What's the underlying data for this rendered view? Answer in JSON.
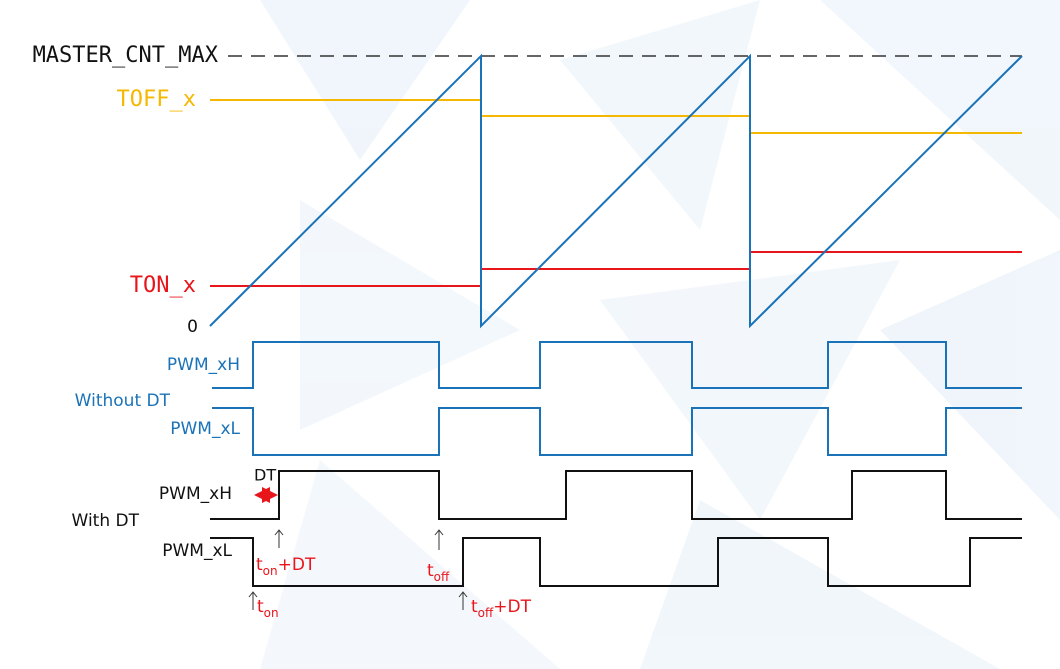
{
  "labels": {
    "master_cnt_max": "MASTER_CNT_MAX",
    "toff_x": "TOFF_x",
    "ton_x": "TON_x",
    "zero": "0",
    "pwm_xh_no_dt": "PWM_xH",
    "without_dt": "Without DT",
    "pwm_xl_no_dt": "PWM_xL",
    "dt": "DT",
    "pwm_xh_dt": "PWM_xH",
    "with_dt": "With DT",
    "pwm_xl_dt": "PWM_xL"
  },
  "annotations": {
    "ton_plus_dt": {
      "base": "t",
      "sub": "on",
      "suffix": "+DT"
    },
    "toff": {
      "base": "t",
      "sub": "off",
      "suffix": ""
    },
    "ton": {
      "base": "t",
      "sub": "on",
      "suffix": ""
    },
    "toff_plus_dt": {
      "base": "t",
      "sub": "off",
      "suffix": "+DT"
    }
  },
  "colors": {
    "counter": "#1a73b8",
    "toff": "#f5b800",
    "ton": "#e8151b",
    "pwm_no_dt": "#1a73b8",
    "pwm_dt": "#111111",
    "dashed": "#333333",
    "annotation": "#e8151b",
    "background_tint": "#e8f1fa"
  }
}
